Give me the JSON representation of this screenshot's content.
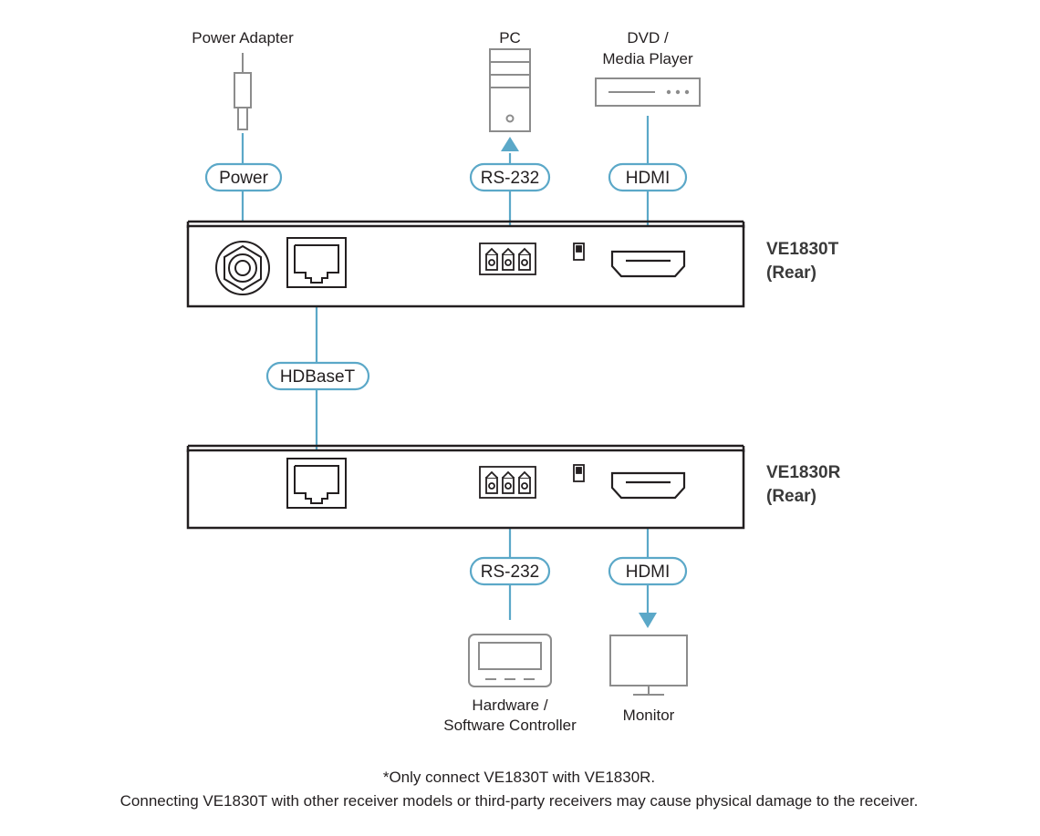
{
  "colors": {
    "cable": "#5ba8c8",
    "device": "#231f20",
    "peripheral": "#8c8c8c"
  },
  "peripherals": {
    "power_adapter": "Power Adapter",
    "pc": "PC",
    "dvd_line1": "DVD /",
    "dvd_line2": "Media Player",
    "controller_line1": "Hardware /",
    "controller_line2": "Software Controller",
    "monitor": "Monitor"
  },
  "connections": {
    "power": "Power",
    "rs232_tx": "RS-232",
    "hdmi_in": "HDMI",
    "hdbaset": "HDBaseT",
    "rs232_rx": "RS-232",
    "hdmi_out": "HDMI"
  },
  "devices": {
    "transmitter": {
      "model": "VE1830T",
      "side": "(Rear)"
    },
    "receiver": {
      "model": "VE1830R",
      "side": "(Rear)"
    }
  },
  "notes": {
    "line1": "*Only connect VE1830T with VE1830R.",
    "line2": "Connecting VE1830T with other receiver models or third-party receivers may cause physical damage to the receiver."
  },
  "icons": [
    "power-adapter-icon",
    "pc-tower-icon",
    "media-player-icon",
    "controller-icon",
    "monitor-icon",
    "dc-power-jack-icon",
    "rj45-port-icon",
    "serial-terminal-block-icon",
    "hdmi-port-icon",
    "dip-switch-icon"
  ]
}
